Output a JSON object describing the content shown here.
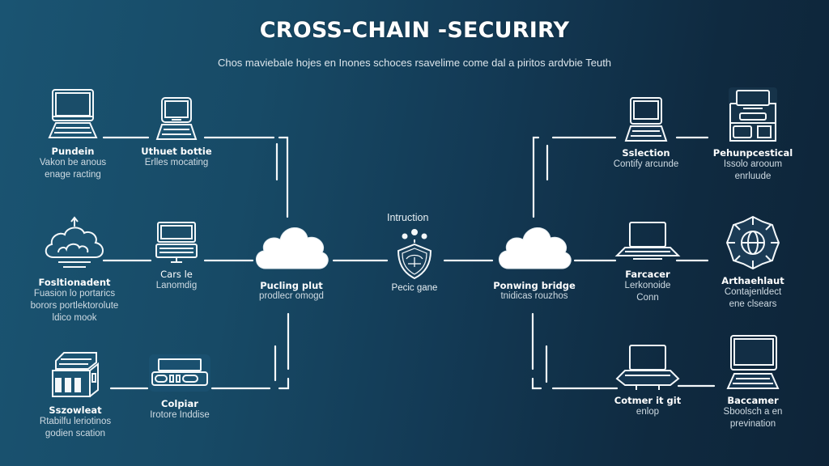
{
  "header": {
    "title": "CROSS-CHAIN -SECURIRY",
    "subtitle": "Chos maviebale hojes en Inones schoces rsavelime come dal a piritos ardvbie Teuth"
  },
  "colors": {
    "line": "#ffffff",
    "text": "#ffffff",
    "muted_text": "#cfdbe3"
  },
  "left_nodes": [
    {
      "icon": "laptop-icon",
      "name": "Pundein",
      "desc": [
        "Vakon be anous",
        "enage racting"
      ]
    },
    {
      "icon": "laptop-icon",
      "name": "Uthuet bottie",
      "desc": [
        "Erlles mocating"
      ]
    },
    {
      "icon": "cloud-upload-icon",
      "name": "Fosltionadent",
      "desc": [
        "Fuasion lo portarics",
        "borors portlektorolute",
        "ldico mook"
      ]
    },
    {
      "icon": "laptop-icon",
      "name": "Cars le",
      "desc": [
        "Lanomdig"
      ]
    },
    {
      "icon": "server-icon",
      "name": "Sszowleat",
      "desc": [
        "Rtabilfu leriotinos",
        "godien scation"
      ]
    },
    {
      "icon": "keyboard-device-icon",
      "name": "Colpiar",
      "desc": [
        "Irotore Inddise"
      ]
    }
  ],
  "right_nodes": [
    {
      "icon": "laptop-icon",
      "name": "Sslection",
      "desc": [
        "Contify arcunde"
      ]
    },
    {
      "icon": "workstation-icon",
      "name": "Pehunpcestical",
      "desc": [
        "Issolo arooum",
        "enrluude"
      ]
    },
    {
      "icon": "laptop-icon",
      "name": "Farcacer",
      "desc": [
        "Lerkonoide",
        "Conn"
      ]
    },
    {
      "icon": "globe-gear-icon",
      "name": "Arthaehlaut",
      "desc": [
        "Contajenldect",
        "ene clsears"
      ]
    },
    {
      "icon": "laptop-icon",
      "name": "Cotmer it git",
      "desc": [
        "enlop"
      ]
    },
    {
      "icon": "desktop-icon",
      "name": "Baccamer",
      "desc": [
        "Sboolsch a en",
        "prevination"
      ]
    }
  ],
  "hubs": {
    "left": {
      "icon": "cloud-icon",
      "name": "Pucling plut",
      "desc": "prodlecr omogd"
    },
    "center": {
      "icon": "shield-icon",
      "top_label": "Intruction",
      "name": "Pecic gane"
    },
    "right": {
      "icon": "cloud-icon",
      "name": "Ponwing bridge",
      "desc": "tnidicas rouzhos"
    }
  }
}
